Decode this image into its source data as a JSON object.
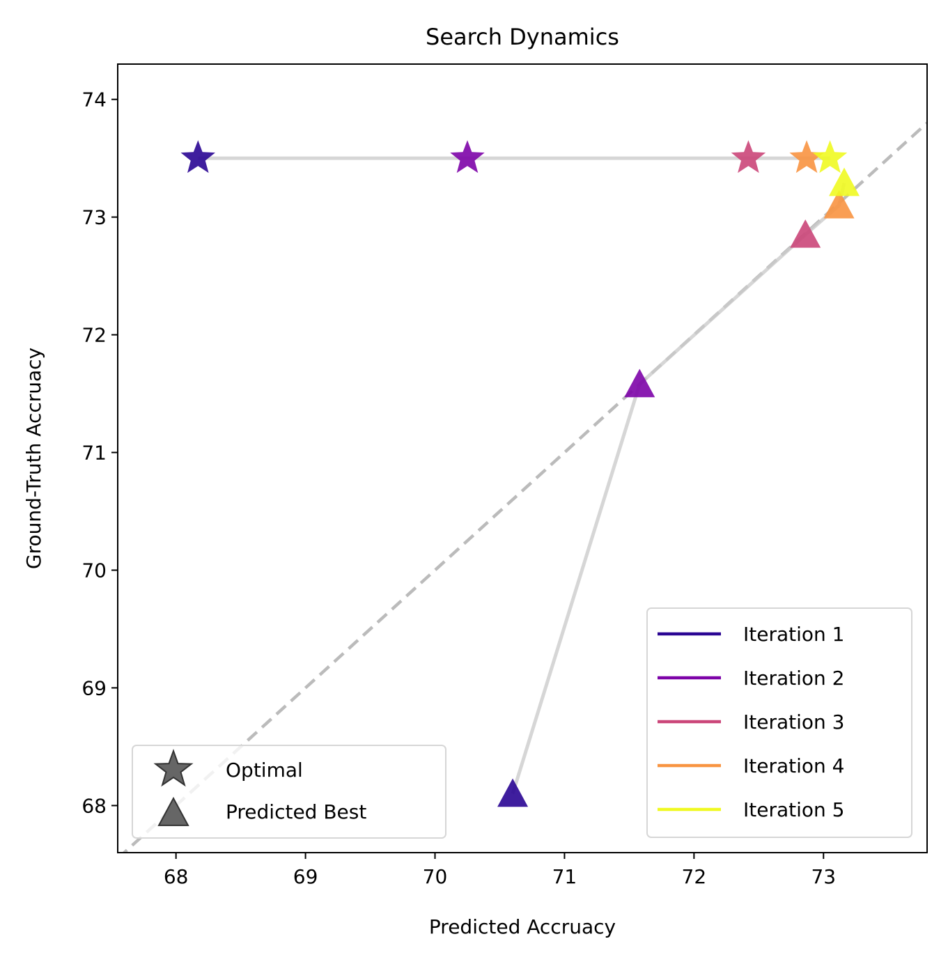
{
  "chart_data": {
    "type": "scatter",
    "title": "Search Dynamics",
    "xlabel": "Predicted Accruacy",
    "ylabel": "Ground-Truth Accruacy",
    "xlim": [
      67.55,
      73.8
    ],
    "ylim": [
      67.6,
      74.3
    ],
    "xticks": [
      "68",
      "69",
      "70",
      "71",
      "72",
      "73"
    ],
    "yticks": [
      "68",
      "69",
      "70",
      "71",
      "72",
      "73",
      "74"
    ],
    "grid": false,
    "reference_line": {
      "style": "dashed",
      "color": "#bbbbbb",
      "x": [
        67.55,
        73.8
      ],
      "y": [
        67.55,
        73.8
      ]
    },
    "trajectory_color": "#cccccc",
    "series": [
      {
        "name": "Iteration 1",
        "color": "#2a0593",
        "optimal": {
          "x": 68.17,
          "y": 73.5
        },
        "predicted_best": {
          "x": 70.6,
          "y": 68.1
        }
      },
      {
        "name": "Iteration 2",
        "color": "#7d03a8",
        "optimal": {
          "x": 70.25,
          "y": 73.5
        },
        "predicted_best": {
          "x": 71.58,
          "y": 71.58
        }
      },
      {
        "name": "Iteration 3",
        "color": "#cb4679",
        "optimal": {
          "x": 72.42,
          "y": 73.5
        },
        "predicted_best": {
          "x": 72.86,
          "y": 72.85
        }
      },
      {
        "name": "Iteration 4",
        "color": "#f89441",
        "optimal": {
          "x": 72.87,
          "y": 73.5
        },
        "predicted_best": {
          "x": 73.12,
          "y": 73.1
        }
      },
      {
        "name": "Iteration 5",
        "color": "#f0f921",
        "optimal": {
          "x": 73.05,
          "y": 73.5
        },
        "predicted_best": {
          "x": 73.16,
          "y": 73.29
        }
      }
    ],
    "marker_legend": [
      {
        "label": "Optimal",
        "marker": "star"
      },
      {
        "label": "Predicted Best",
        "marker": "triangle"
      }
    ],
    "series_legend_position": "lower-right",
    "marker_legend_position": "lower-left"
  }
}
